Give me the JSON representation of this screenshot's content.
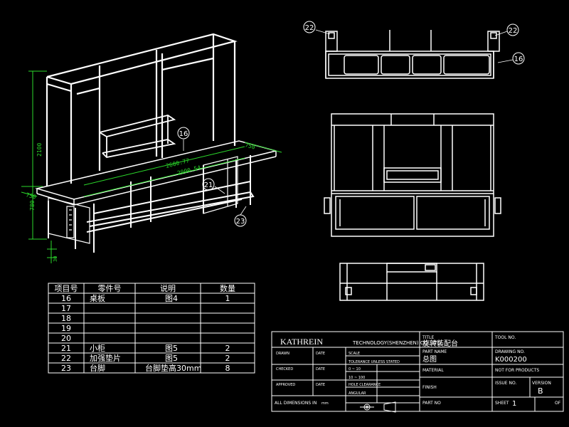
{
  "balloons": {
    "iso_16": "16",
    "iso_21": "21",
    "iso_23": "23",
    "top_22_left": "22",
    "top_22_right": "22",
    "top_16": "16"
  },
  "dimensions": {
    "height_overall": "2100",
    "height_lower": "780",
    "foot": "30",
    "depth": "750",
    "length_1": "2600.77",
    "length_2": "2000.54",
    "depth_right": "750"
  },
  "parts_table": {
    "headers": [
      "项目号",
      "零件号",
      "说明",
      "数量"
    ],
    "rows": [
      {
        "item": "16",
        "part": "桌板",
        "desc": "图4",
        "qty": "1"
      },
      {
        "item": "17",
        "part": "",
        "desc": "",
        "qty": ""
      },
      {
        "item": "18",
        "part": "",
        "desc": "",
        "qty": ""
      },
      {
        "item": "19",
        "part": "",
        "desc": "",
        "qty": ""
      },
      {
        "item": "20",
        "part": "",
        "desc": "",
        "qty": ""
      },
      {
        "item": "21",
        "part": "小柜",
        "desc": "图5",
        "qty": "2"
      },
      {
        "item": "22",
        "part": "加强垫片",
        "desc": "图5",
        "qty": "2"
      },
      {
        "item": "23",
        "part": "台脚",
        "desc": "台脚垫高30mm",
        "qty": "8"
      }
    ]
  },
  "title_block": {
    "company": "KATHREIN",
    "company_sub": "TECHNOLOGY(SHENZHEN)  CO., LTD",
    "title_label": "TITLE",
    "title_value": "旋转装配台",
    "part_name_label": "PART NAME",
    "part_name_value": "总图",
    "material_label": "MATERIAL",
    "finish_label": "FINISH",
    "part_no_label": "PART NO",
    "tool_no_label": "TOOL NO.",
    "drawing_no_label": "DRAWING NO.",
    "drawing_no_value": "K000200",
    "not_for_products": "NOT FOR PRODUCTS",
    "issue_no_label": "ISSUE NO.",
    "version_label": "VERSION",
    "version_value": "B",
    "sheet_label": "SHEET",
    "sheet_value": "1",
    "of_label": "OF",
    "drawn_label": "DRAWN",
    "checked_label": "CHECKED",
    "approved_label": "APPROVED",
    "date_label": "DATE",
    "scale_label": "SCALE",
    "tolerance_label": "TOLERANCE UNLESS STATED",
    "tol_1": "0 ~ 10",
    "tol_2": "10 ~ 100",
    "tol_3": "HOLE CLEARANCE",
    "tol_4": "ANGULAR",
    "all_dims": "ALL DIMENSIONS IN",
    "unit": "mm"
  }
}
